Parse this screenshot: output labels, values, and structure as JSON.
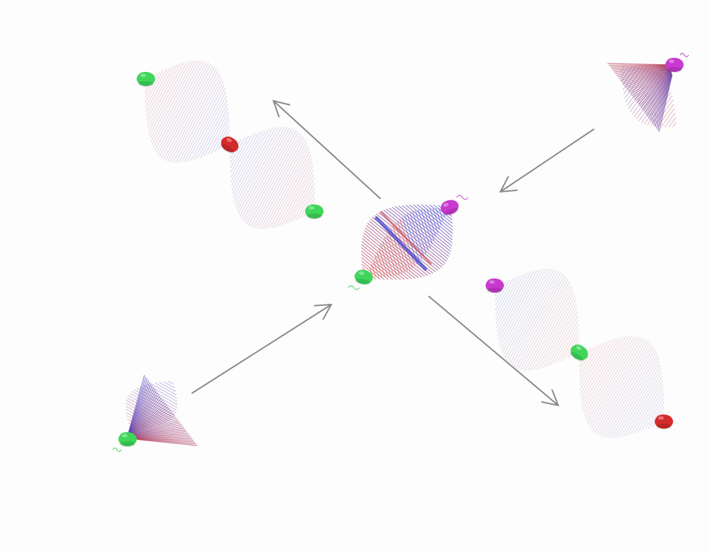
{
  "figure": {
    "background": "#fdfdfd",
    "arrow_color": "#8a8a8a",
    "strand_colors": {
      "blue": "#3a3acf",
      "red": "#cf3a3a"
    },
    "cap_colors": {
      "green": "#3fd65a",
      "magenta": "#c93ad0",
      "red": "#d32a2a"
    }
  },
  "objects": [
    {
      "id": "half-top-right",
      "kind": "half-cone",
      "caps": [
        "magenta"
      ]
    },
    {
      "id": "half-bottom-left",
      "kind": "half-cone",
      "caps": [
        "green"
      ]
    },
    {
      "id": "full-center",
      "kind": "spindle",
      "caps": [
        "magenta",
        "green"
      ]
    },
    {
      "id": "double-top-left",
      "kind": "double-spindle",
      "caps": [
        "green",
        "red",
        "green"
      ]
    },
    {
      "id": "double-bottom-right",
      "kind": "double-spindle",
      "caps": [
        "magenta",
        "green",
        "red"
      ]
    }
  ]
}
